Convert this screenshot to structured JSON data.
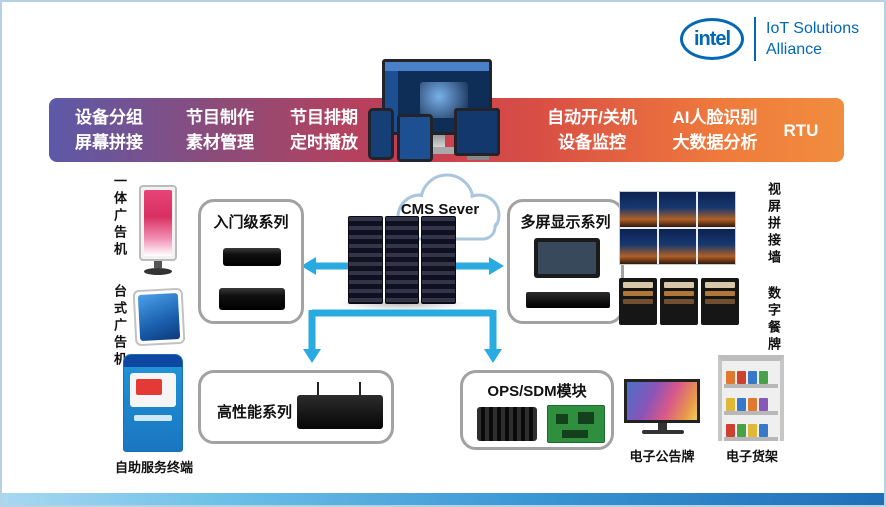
{
  "colors": {
    "intel_blue": "#0068B5",
    "arrow_blue": "#29ABE2",
    "banner_gradient_start": "#5D59A8",
    "banner_gradient_mid": "#C43D53",
    "banner_gradient_end": "#F08D3E"
  },
  "logo": {
    "brand": "intel",
    "alliance_line1": "IoT Solutions",
    "alliance_line2": "Alliance"
  },
  "banner": {
    "items": [
      {
        "line1": "设备分组",
        "line2": "屏幕拼接"
      },
      {
        "line1": "节目制作",
        "line2": "素材管理"
      },
      {
        "line1": "节目排期",
        "line2": "定时播放"
      },
      {
        "line1": "自动开/关机",
        "line2": "设备监控"
      },
      {
        "line1": "AI人脸识别",
        "line2": "大数据分析"
      },
      {
        "line1": "RTU",
        "line2": ""
      }
    ]
  },
  "center": {
    "server_label": "CMS Sever"
  },
  "boxes": {
    "entry": {
      "title": "入门级系列"
    },
    "multi": {
      "title": "多屏显示系列"
    },
    "performance": {
      "title": "高性能系列"
    },
    "ops": {
      "title": "OPS/SDM模块"
    }
  },
  "peripherals": {
    "all_in_one": "一体广告机",
    "desktop_ad": "台式广告机",
    "self_service": "自助服务终端",
    "video_wall": "视屏拼接墙",
    "digital_menu": "数字餐牌",
    "bulletin": "电子公告牌",
    "shelf": "电子货架"
  }
}
